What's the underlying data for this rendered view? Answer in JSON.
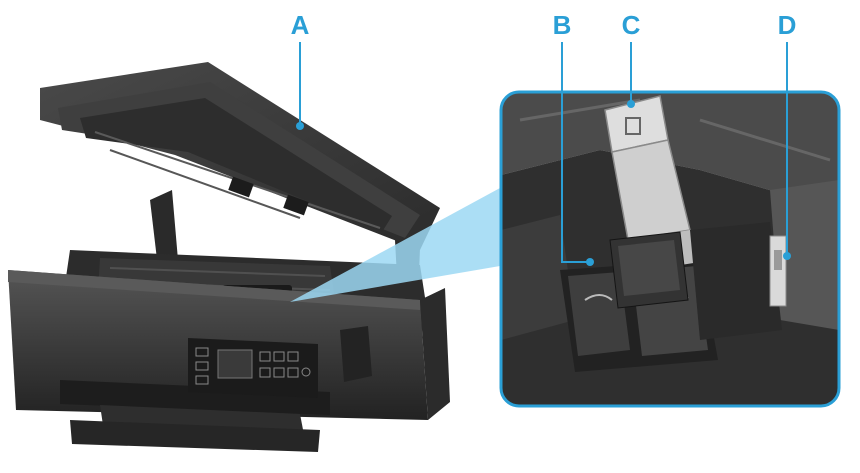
{
  "callouts": {
    "a": {
      "letter": "A",
      "part": "scanning-unit-cover"
    },
    "b": {
      "letter": "B",
      "part": "print-head-holder"
    },
    "c": {
      "letter": "C",
      "part": "ink-cartridge-lock-cover"
    },
    "d": {
      "letter": "D",
      "part": "joint-lever"
    }
  },
  "colors": {
    "accent": "#2a9fd6",
    "beam": "#9cd8f3",
    "printer_body": "#3a3a3a",
    "printer_dark": "#1f1f1f",
    "printer_light": "#6a6a6a",
    "inset_background": "#d9d9d9"
  }
}
